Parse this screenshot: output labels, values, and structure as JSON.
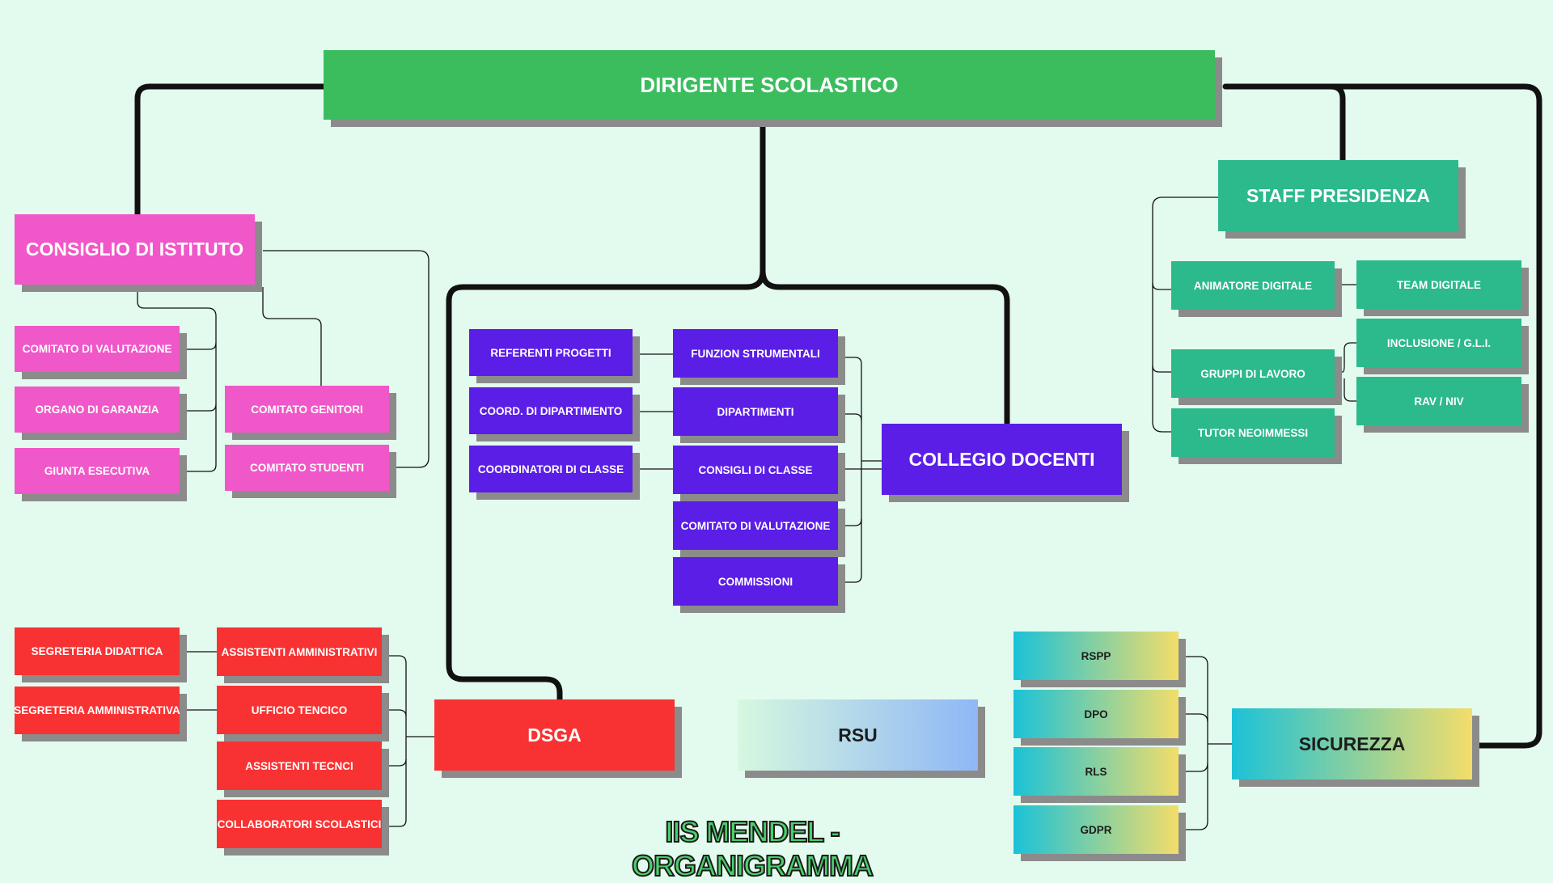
{
  "head": {
    "label": "DIRIGENTE SCOLASTICO"
  },
  "consiglio_istituto": {
    "label": "CONSIGLIO DI ISTITUTO",
    "left_children": [
      "COMITATO DI VALUTAZIONE",
      "ORGANO DI GARANZIA",
      "GIUNTA ESECUTIVA"
    ],
    "right_children": [
      "COMITATO GENITORI",
      "COMITATO STUDENTI"
    ]
  },
  "collegio_docenti": {
    "label": "COLLEGIO DOCENTI",
    "referents": [
      "REFERENTI PROGETTI",
      "COORD. DI DIPARTIMENTO",
      "COORDINATORI DI CLASSE"
    ],
    "children": [
      "FUNZION STRUMENTALI",
      "DIPARTIMENTI",
      "CONSIGLI DI CLASSE",
      "COMITATO DI VALUTAZIONE",
      "COMMISSIONI"
    ]
  },
  "staff_presidenza": {
    "label": "STAFF PRESIDENZA",
    "children": [
      "ANIMATORE DIGITALE",
      "GRUPPI DI LAVORO",
      "TUTOR NEOIMMESSI"
    ],
    "sub_children": [
      "TEAM DIGITALE",
      "INCLUSIONE / G.L.I.",
      "RAV / NIV"
    ]
  },
  "dsga": {
    "label": "DSGA",
    "children": [
      "ASSISTENTI AMMINISTRATIVI",
      "UFFICIO TENCICO",
      "ASSISTENTI TECNCI",
      "COLLABORATORI SCOLASTICI"
    ],
    "segreterie": [
      "SEGRETERIA DIDATTICA",
      "SEGRETERIA AMMINISTRATIVA"
    ]
  },
  "rsu": {
    "label": "RSU"
  },
  "sicurezza": {
    "label": "SICUREZZA",
    "children": [
      "RSPP",
      "DPO",
      "RLS",
      "GDPR"
    ]
  },
  "footer": {
    "title": "IIS MENDEL - ORGANIGRAMMA"
  }
}
